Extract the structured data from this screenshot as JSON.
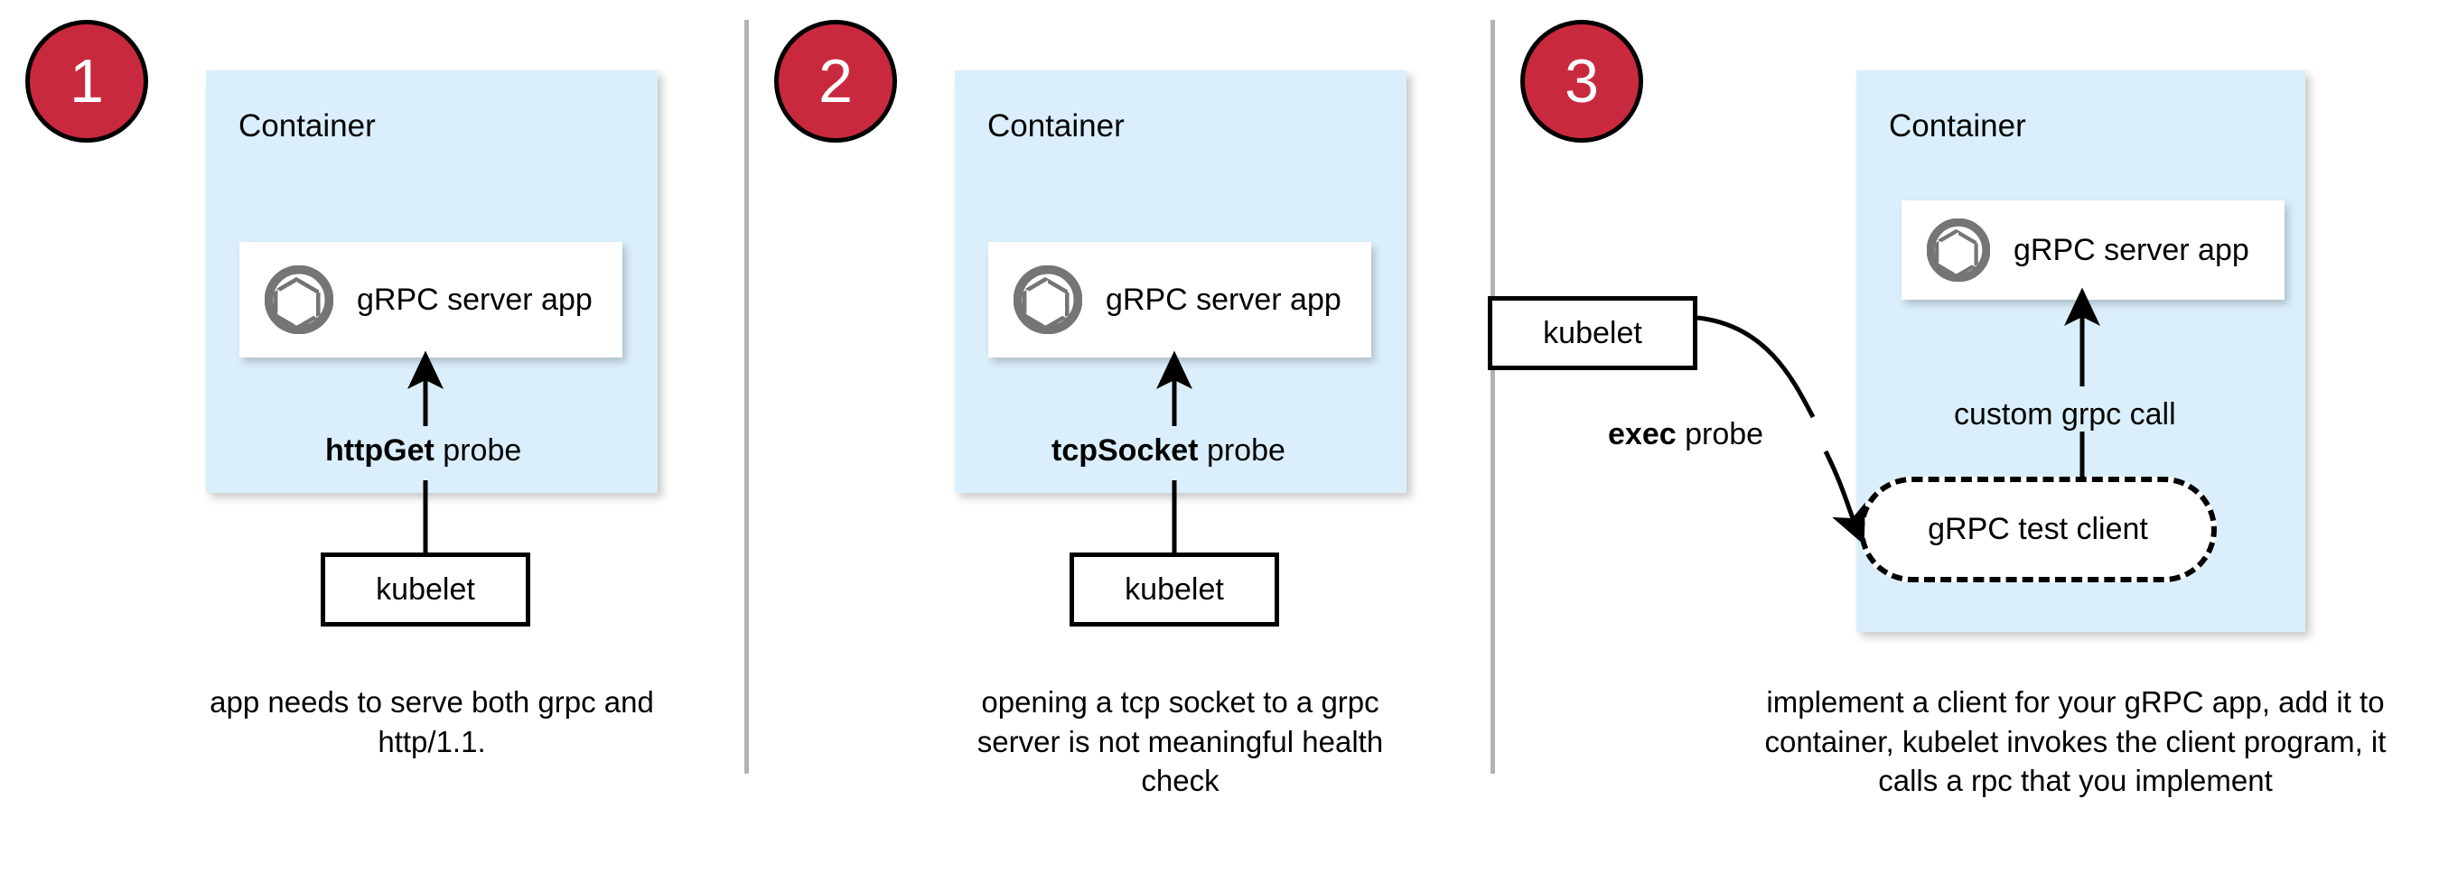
{
  "diagram": {
    "title": "Kubernetes gRPC health probe approaches",
    "colors": {
      "badge_fill": "#c9293e",
      "badge_stroke": "#000000",
      "container_fill": "#daeffb",
      "card_fill": "#ffffff",
      "line": "#000000",
      "divider": "#b3b3b3"
    },
    "panels": [
      {
        "number": "1",
        "container_label": "Container",
        "app_label": "gRPC server app",
        "app_icon": "aperture-icon",
        "probe_label_bold": "httpGet",
        "probe_label_rest": " probe",
        "kubelet_label": "kubelet",
        "caption": "app needs to serve both grpc and http/1.1."
      },
      {
        "number": "2",
        "container_label": "Container",
        "app_label": "gRPC server app",
        "app_icon": "aperture-icon",
        "probe_label_bold": "tcpSocket",
        "probe_label_rest": " probe",
        "kubelet_label": "kubelet",
        "caption": "opening a tcp socket to a grpc server is not meaningful health check"
      },
      {
        "number": "3",
        "container_label": "Container",
        "app_label": "gRPC server app",
        "app_icon": "aperture-icon",
        "probe_label_bold": "exec",
        "probe_label_rest": " probe",
        "kubelet_label": "kubelet",
        "call_label": "custom grpc call",
        "test_client_label": "gRPC test client",
        "caption": "implement a client for your gRPC app, add it to container, kubelet invokes the client program, it calls a rpc that you implement"
      }
    ]
  }
}
